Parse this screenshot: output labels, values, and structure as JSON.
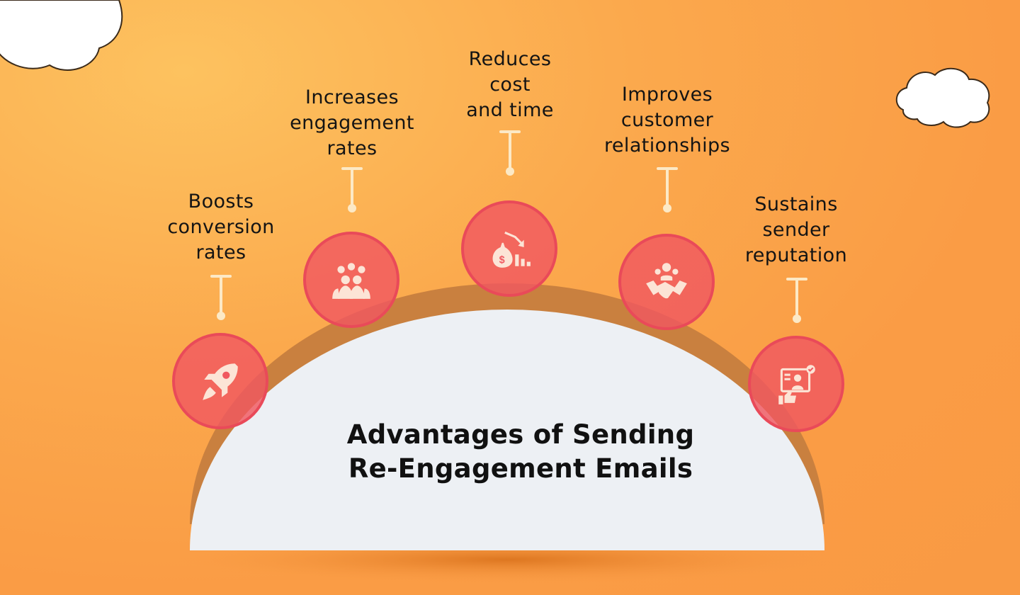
{
  "title": {
    "line1": "Advantages of Sending",
    "line2": "Re-Engagement Emails"
  },
  "advantages": [
    {
      "lines": [
        "Boosts",
        "conversion",
        "rates"
      ],
      "icon": "rocket-icon"
    },
    {
      "lines": [
        "Increases",
        "engagement",
        "rates"
      ],
      "icon": "audience-group-icon"
    },
    {
      "lines": [
        "Reduces",
        "cost",
        "and time"
      ],
      "icon": "money-bag-decline-icon"
    },
    {
      "lines": [
        "Improves",
        "customer",
        "relationships"
      ],
      "icon": "handshake-icon"
    },
    {
      "lines": [
        "Sustains",
        "sender",
        "reputation"
      ],
      "icon": "verified-profile-icon"
    }
  ],
  "colors": {
    "background": "#fba94d",
    "dome": "#edf0f4",
    "dome_shadow": "#c9803f",
    "bubble": "#f05860",
    "bubble_border": "#e94a59",
    "icon": "#fce4d6",
    "text": "#141414"
  }
}
